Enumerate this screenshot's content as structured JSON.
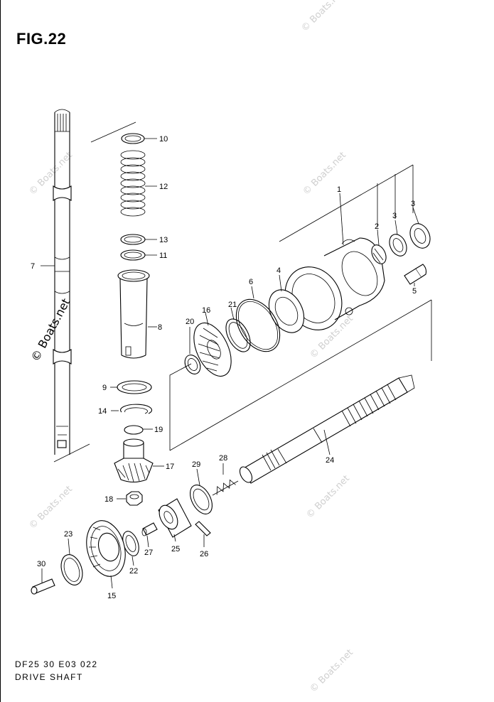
{
  "figure": {
    "title": "FIG.22",
    "code": "DF25 30 E03 022",
    "name": "DRIVE SHAFT"
  },
  "watermark": {
    "small": "© Boats.net",
    "large": "© Boats.net"
  },
  "callouts": {
    "c1": "1",
    "c2": "2",
    "c3a": "3",
    "c3b": "3",
    "c4": "4",
    "c5": "5",
    "c6": "6",
    "c7": "7",
    "c8": "8",
    "c9": "9",
    "c10": "10",
    "c11": "11",
    "c12": "12",
    "c13": "13",
    "c14": "14",
    "c15": "15",
    "c16": "16",
    "c17": "17",
    "c18": "18",
    "c19": "19",
    "c20": "20",
    "c21": "21",
    "c22": "22",
    "c23": "23",
    "c24": "24",
    "c25": "25",
    "c26": "26",
    "c27": "27",
    "c28": "28",
    "c29": "29",
    "c30": "30"
  }
}
